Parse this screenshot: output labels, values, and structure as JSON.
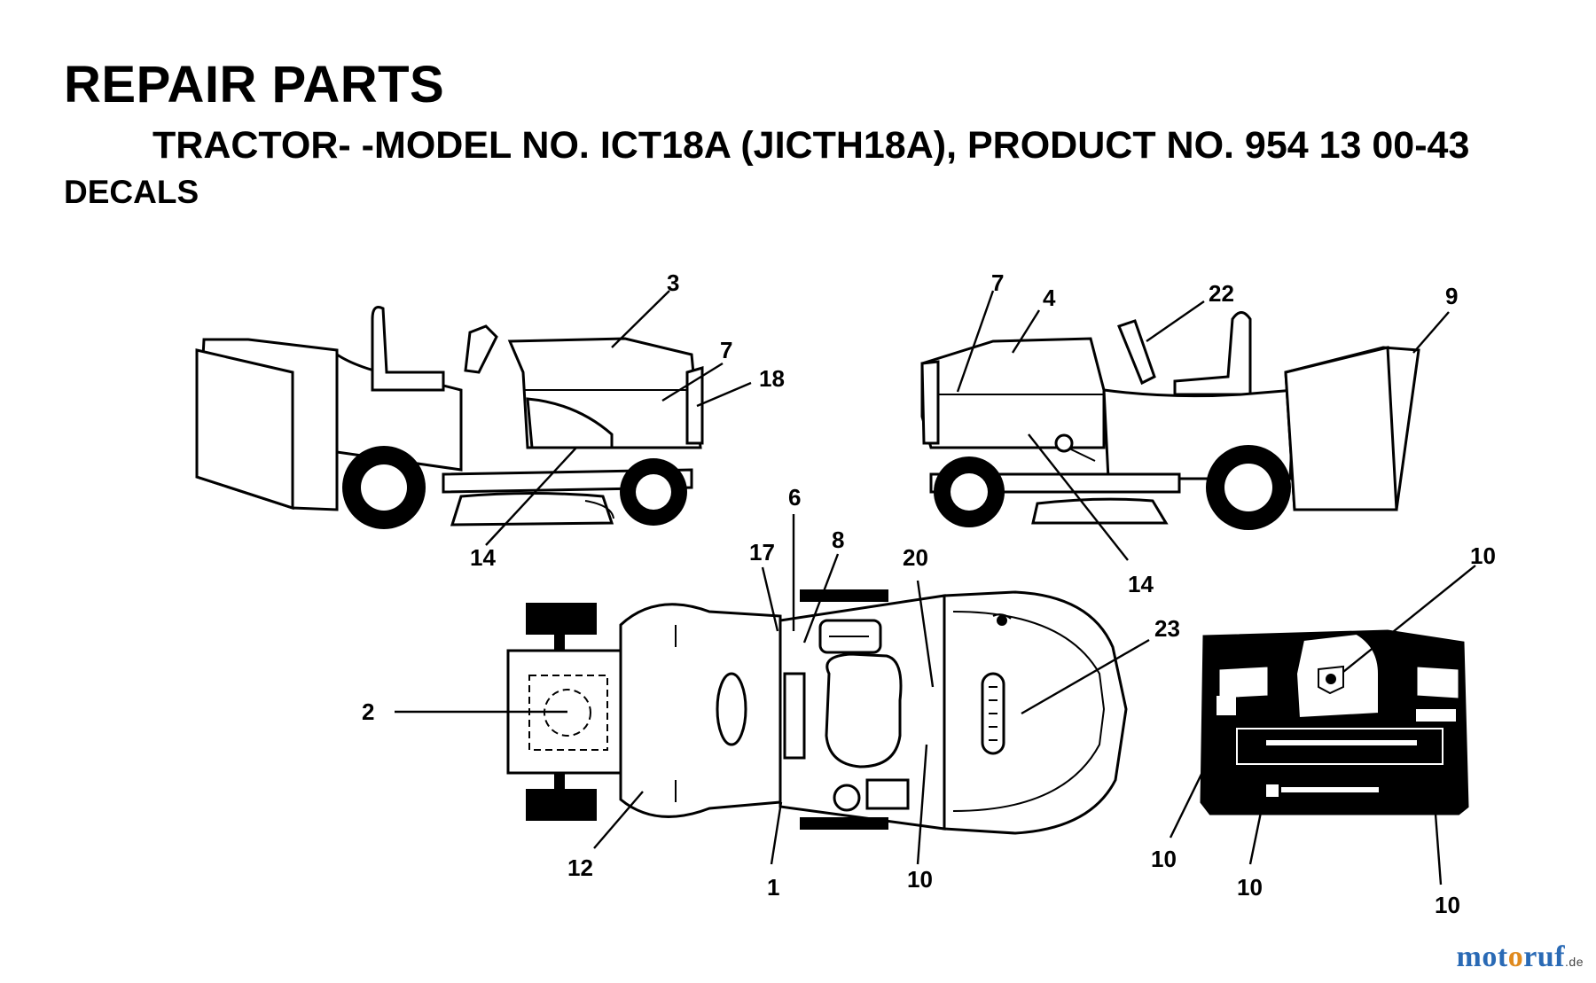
{
  "header": {
    "title": "REPAIR PARTS",
    "subtitle": "TRACTOR- -MODEL NO. ICT18A (JICTH18A), PRODUCT NO. 954 13   00-43",
    "section": "DECALS"
  },
  "callouts": [
    {
      "id": "c-3",
      "label": "3"
    },
    {
      "id": "c-7a",
      "label": "7"
    },
    {
      "id": "c-18",
      "label": "18"
    },
    {
      "id": "c-14a",
      "label": "14"
    },
    {
      "id": "c-7b",
      "label": "7"
    },
    {
      "id": "c-4",
      "label": "4"
    },
    {
      "id": "c-22",
      "label": "22"
    },
    {
      "id": "c-9",
      "label": "9"
    },
    {
      "id": "c-14b",
      "label": "14"
    },
    {
      "id": "c-6",
      "label": "6"
    },
    {
      "id": "c-17",
      "label": "17"
    },
    {
      "id": "c-8",
      "label": "8"
    },
    {
      "id": "c-20",
      "label": "20"
    },
    {
      "id": "c-23",
      "label": "23"
    },
    {
      "id": "c-2",
      "label": "2"
    },
    {
      "id": "c-12",
      "label": "12"
    },
    {
      "id": "c-1",
      "label": "1"
    },
    {
      "id": "c-10a",
      "label": "10"
    },
    {
      "id": "c-10b",
      "label": "10"
    },
    {
      "id": "c-10c",
      "label": "10"
    },
    {
      "id": "c-10d",
      "label": "10"
    },
    {
      "id": "c-10e",
      "label": "10"
    }
  ],
  "watermark": {
    "brand_prefix": "mot",
    "brand_o": "o",
    "brand_suffix": "ruf",
    "tld": ".de"
  },
  "colors": {
    "watermark_blue": "#2a6ab5",
    "watermark_orange": "#e08a1e"
  }
}
